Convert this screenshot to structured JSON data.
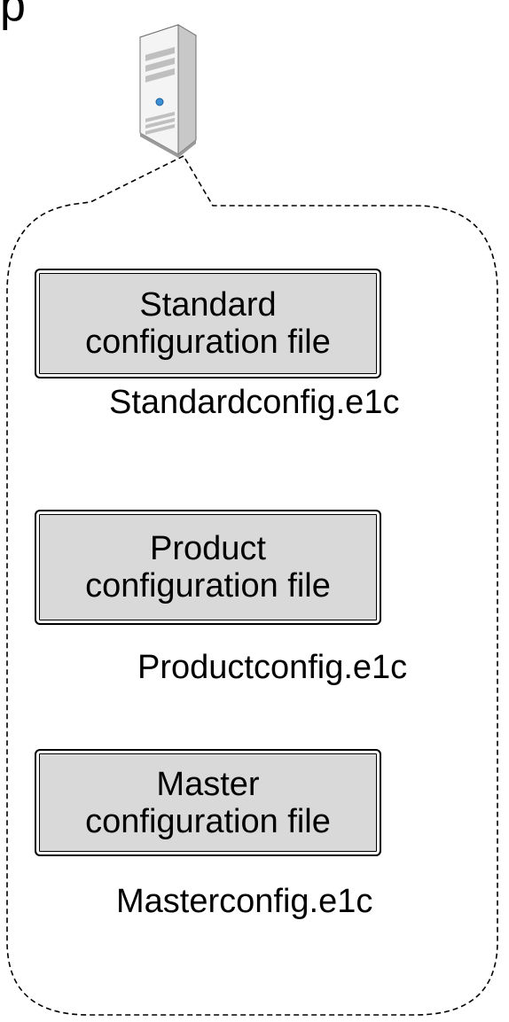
{
  "header": {
    "cut_title": "p"
  },
  "files": [
    {
      "label_line1": "Standard",
      "label_line2": "configuration file",
      "filename": "Standardconfig.e1c"
    },
    {
      "label_line1": "Product",
      "label_line2": "configuration file",
      "filename": "Productconfig.e1c"
    },
    {
      "label_line1": "Master",
      "label_line2": "configuration file",
      "filename": "Masterconfig.e1c"
    }
  ],
  "icons": {
    "server": "server-tower-icon"
  },
  "colors": {
    "box_fill": "#d9d9d9",
    "outline": "#000000",
    "server_body": "#f2f2f2",
    "server_side": "#c8c8c8",
    "server_led": "#3a8fd6"
  }
}
